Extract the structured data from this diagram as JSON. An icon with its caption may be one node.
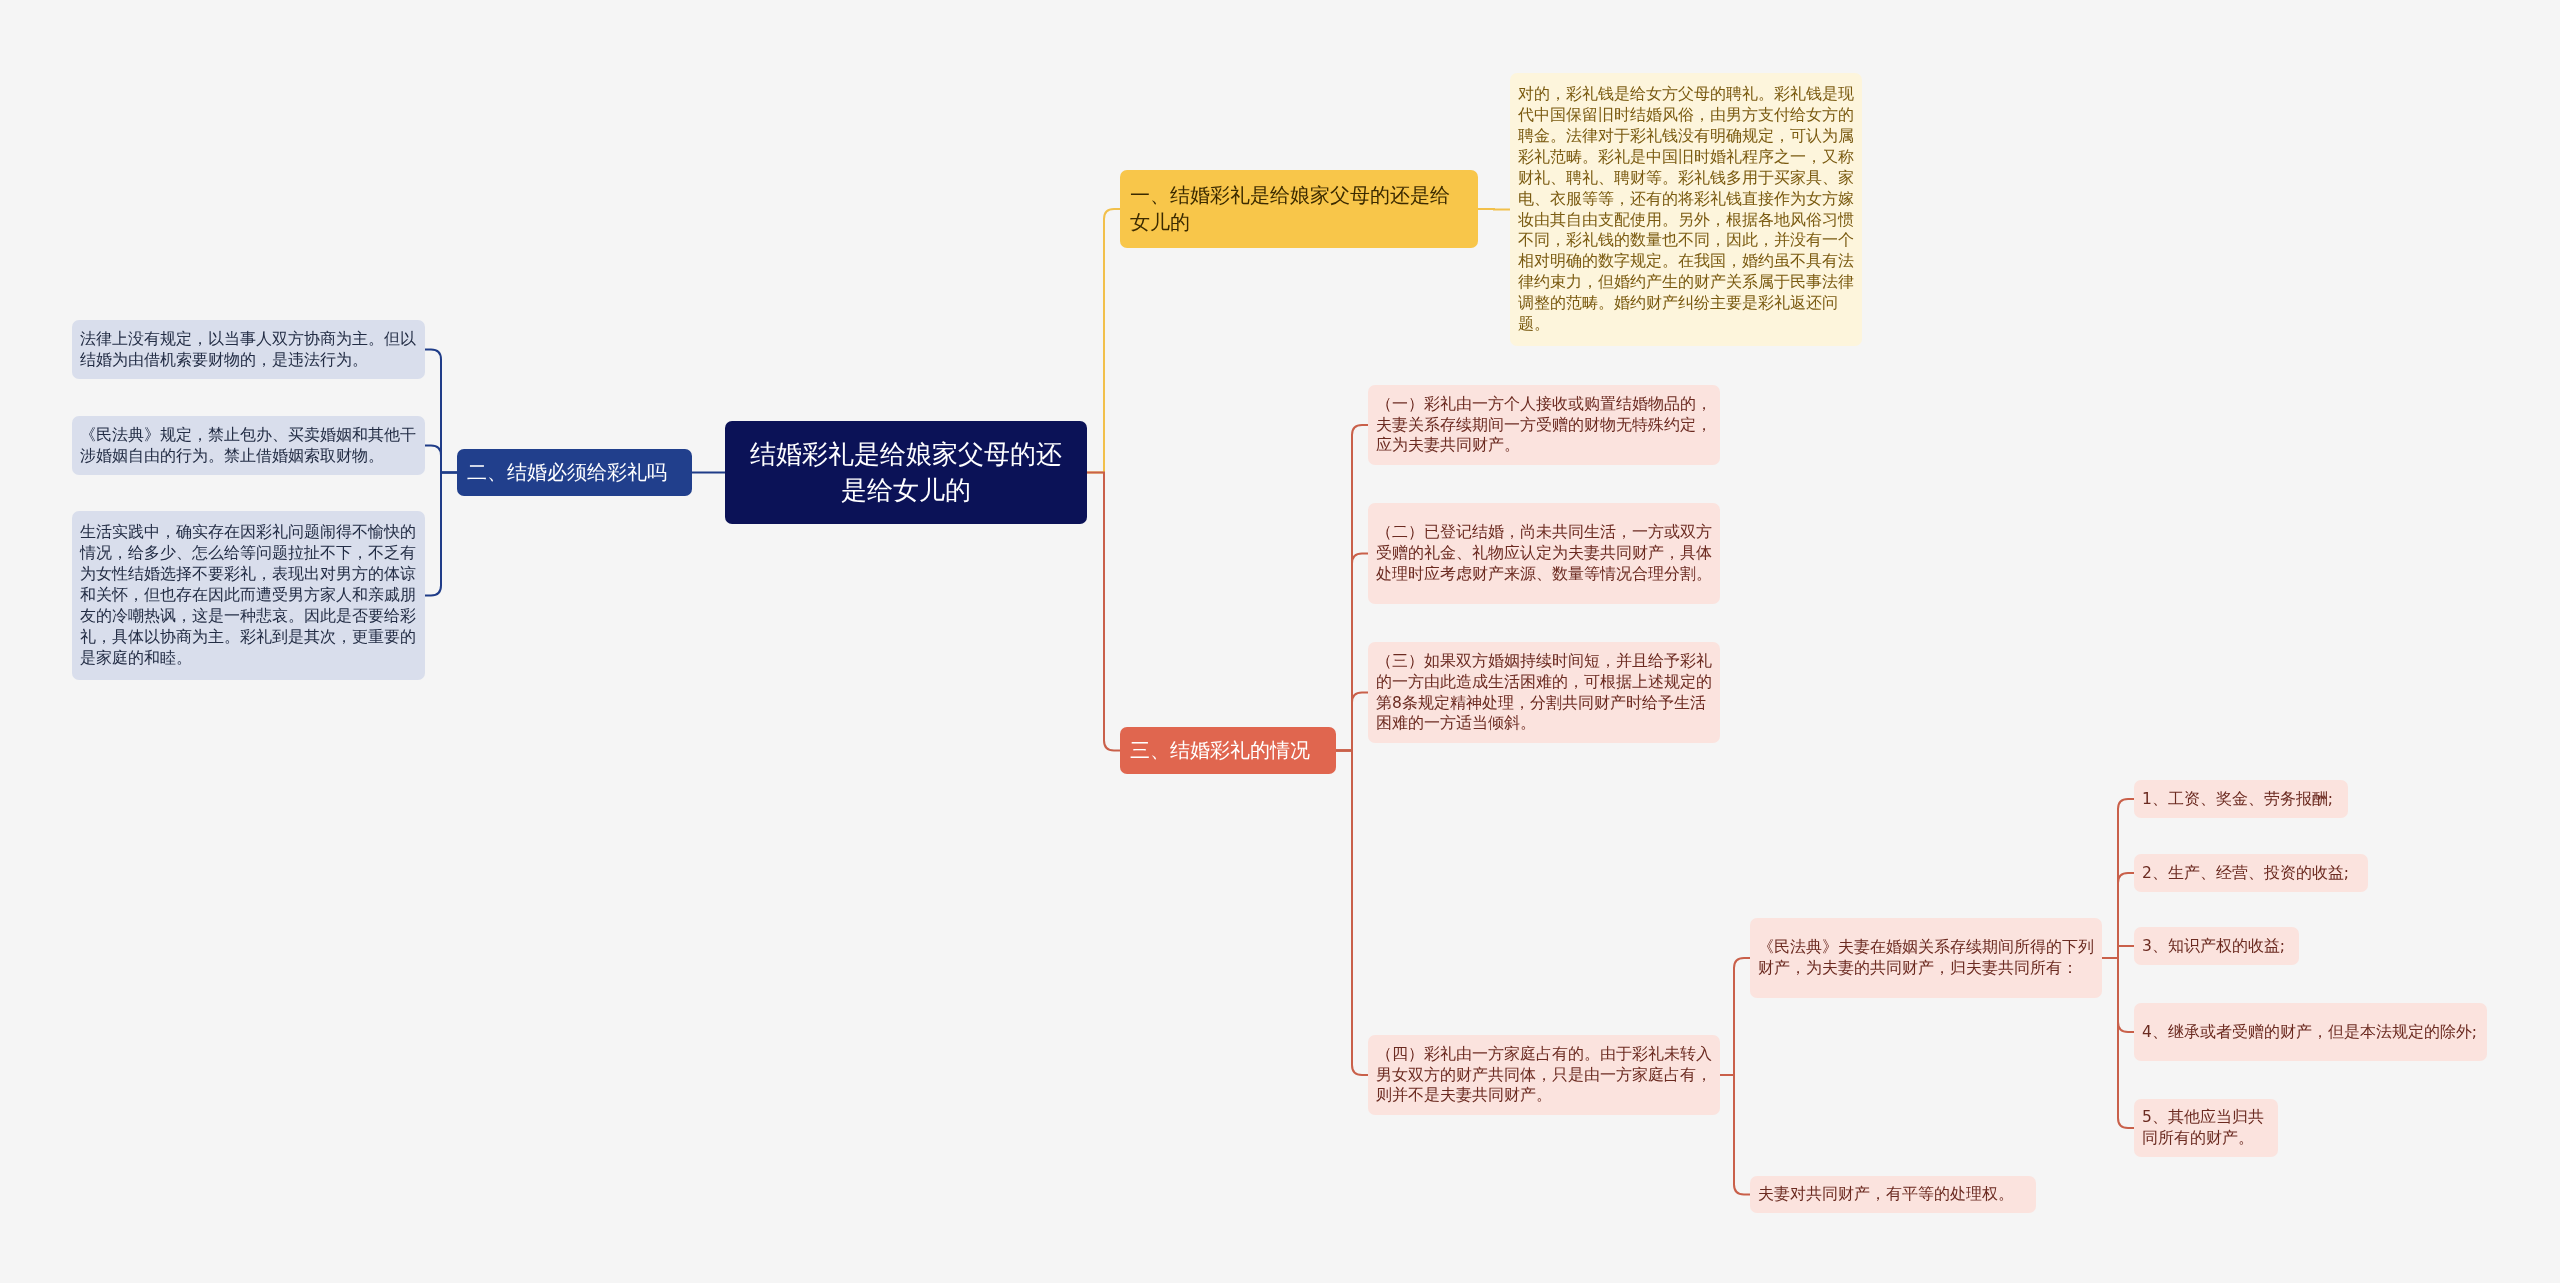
{
  "diagram": {
    "nodes": [
      {
        "text": [
          "结婚彩礼是给娘家父母的还是给女儿的"
        ]
      },
      {
        "text": [
          "一、结婚彩礼是给娘家父母的还是给女儿的"
        ]
      },
      {
        "text": [
          "对的，彩礼钱是给女方父母的聘礼。彩礼钱是现代中国保留旧时结婚风俗，由男方支付给女方的聘金。法律对于彩礼钱没有明确规定，可认为属彩礼范畴。彩礼是中国旧时婚礼程序之一，又称财礼、聘礼、聘财等。彩礼钱多用于买家具、家电、衣服等等，还有的将彩礼钱直接作为女方嫁妆由其自由支配使用。另外，根据各地风俗习惯不同，彩礼钱的数量也不同，因此，并没有一个相对明确的数字规定。在我国，婚约虽不具有法律约束力，但婚约产生的财产关系属于民事法律调整的范畴。婚约财产纠纷主要是彩礼返还问题。"
        ]
      },
      {
        "text": [
          "二、结婚必须给彩礼吗"
        ]
      },
      {
        "text": [
          "法律上没有规定，以当事人双方协商为主。但以结婚为由借机索要财物的，是违法行为。"
        ]
      },
      {
        "text": [
          "《民法典》规定，禁止包办、买卖婚姻和其他干涉婚姻自由的行为。禁止借婚姻索取财物。"
        ]
      },
      {
        "text": [
          "生活实践中，确实存在因彩礼问题闹得不愉快的情况，给多少、怎么给等问题拉扯不下，不乏有为女性结婚选择不要彩礼，表现出对男方的体谅和关怀，但也存在因此而遭受男方家人和亲戚朋友的冷嘲热讽，这是一种悲哀。因此是否要给彩礼，具体以协商为主。彩礼到是其次，更重要的是家庭的和睦。"
        ]
      },
      {
        "text": [
          "三、结婚彩礼的情况"
        ]
      },
      {
        "text": [
          "（一）彩礼由一方个人接收或购置结婚物品的，夫妻关系存续期间一方受赠的财物无特殊约定，应为夫妻共同财产。"
        ]
      },
      {
        "text": [
          "（二）已登记结婚，尚未共同生活，一方或双方受赠的礼金、礼物应认定为夫妻共同财产，具体处理时应考虑财产来源、数量等情况合理分割。"
        ]
      },
      {
        "text": [
          "（三）如果双方婚姻持续时间短，并且给予彩礼的一方由此造成生活困难的，可根据上述规定的第8条规定精神处理，分割共同财产时给予生活困难的一方适当倾斜。"
        ]
      },
      {
        "text": [
          "（四）彩礼由一方家庭占有的。由于彩礼未转入男女双方的财产共同体，只是由一方家庭占有，则并不是夫妻共同财产。"
        ]
      },
      {
        "text": [
          "《民法典》夫妻在婚姻关系存续期间所得的下列财产，为夫妻的共同财产，归夫妻共同所有："
        ]
      },
      {
        "text": [
          "1、工资、奖金、劳务报酬;"
        ]
      },
      {
        "text": [
          "2、生产、经营、投资的收益;"
        ]
      },
      {
        "text": [
          "3、知识产权的收益;"
        ]
      },
      {
        "text": [
          "4、继承或者受赠的财产，但是本法规定的除外;"
        ]
      },
      {
        "text": [
          "5、其他应当归共同所有的财产。"
        ]
      },
      {
        "text": [
          "夫妻对共同财产，有平等的处理权。"
        ]
      }
    ],
    "edges": [
      {
        "from": 0,
        "to": 1,
        "arrow": "none",
        "color": "#f2c04b"
      },
      {
        "from": 1,
        "to": 2,
        "arrow": "none",
        "color": "#f2c04b"
      },
      {
        "from": 0,
        "to": 3,
        "arrow": "none",
        "color": "#1f3c88"
      },
      {
        "from": 3,
        "to": 4,
        "arrow": "none",
        "color": "#1f3c88"
      },
      {
        "from": 3,
        "to": 5,
        "arrow": "none",
        "color": "#1f3c88"
      },
      {
        "from": 3,
        "to": 6,
        "arrow": "none",
        "color": "#1f3c88"
      },
      {
        "from": 0,
        "to": 7,
        "arrow": "none"
      },
      {
        "from": 7,
        "to": 8,
        "arrow": "none"
      },
      {
        "from": 7,
        "to": 9,
        "arrow": "none"
      },
      {
        "from": 7,
        "to": 10,
        "arrow": "none"
      },
      {
        "from": 7,
        "to": 11,
        "arrow": "none"
      },
      {
        "from": 11,
        "to": 12,
        "arrow": "none"
      },
      {
        "from": 12,
        "to": 13,
        "arrow": "none"
      },
      {
        "from": 12,
        "to": 14,
        "arrow": "none"
      },
      {
        "from": 12,
        "to": 15,
        "arrow": "none"
      },
      {
        "from": 12,
        "to": 16,
        "arrow": "none"
      },
      {
        "from": 12,
        "to": 17,
        "arrow": "none"
      },
      {
        "from": 11,
        "to": 18,
        "arrow": "none"
      }
    ]
  }
}
